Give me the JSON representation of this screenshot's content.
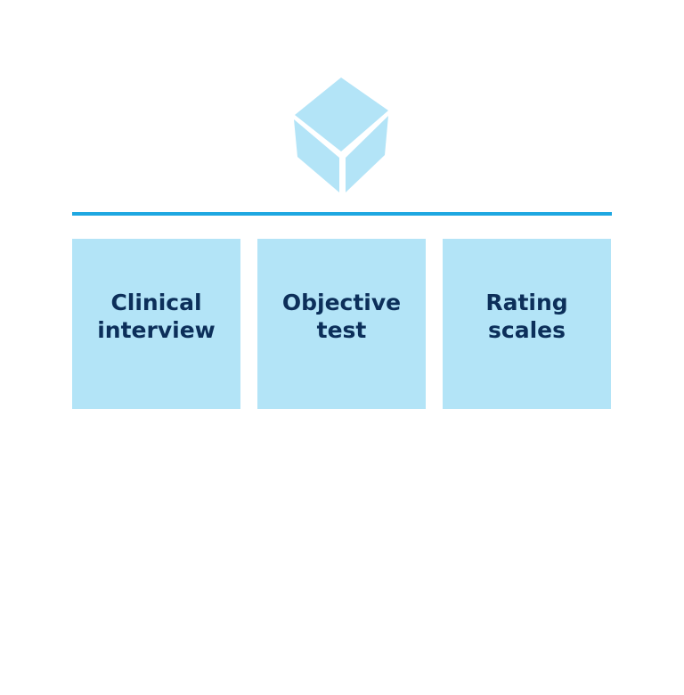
{
  "diagram": {
    "icon": "cube-icon",
    "colors": {
      "cube": "#b3e4f7",
      "divider": "#1ea7e1",
      "box_fill": "#b3e4f7",
      "box_text": "#0c2f5a"
    },
    "boxes": [
      {
        "label": "Clinical interview"
      },
      {
        "label": "Objective test"
      },
      {
        "label": "Rating scales"
      }
    ]
  }
}
